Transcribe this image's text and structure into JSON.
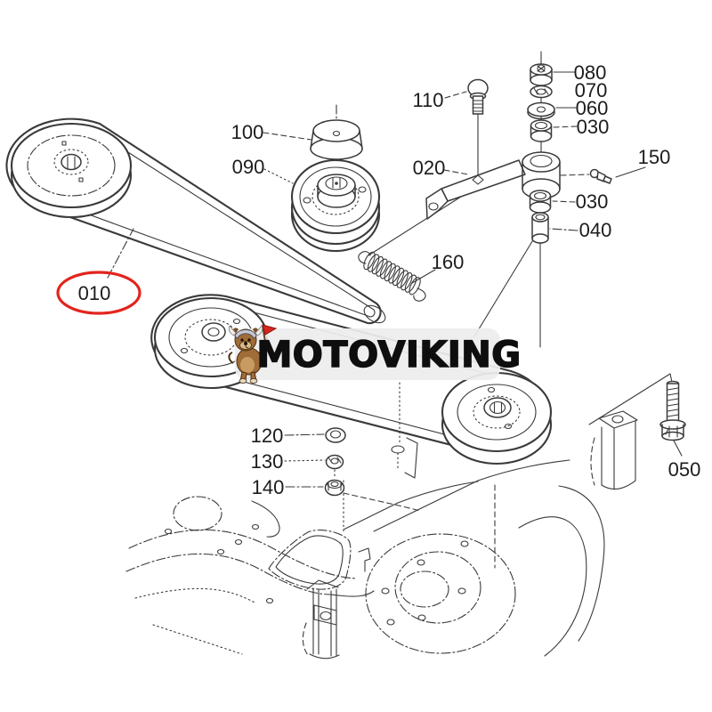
{
  "diagram": {
    "kind": "exploded-parts-diagram",
    "background": "#ffffff"
  },
  "colors": {
    "line": "#3a3a3a",
    "label_text": "#1c1c1c",
    "highlight_ring": "#e3241d",
    "watermark_bg": "#ededed",
    "watermark_text": "#0e0e0e"
  },
  "highlight": {
    "part": "010",
    "shape": "red-ellipse"
  },
  "watermark": {
    "text": "MOTOVIKING",
    "mascot": "viking-dog"
  },
  "callouts": [
    {
      "num": "010"
    },
    {
      "num": "020"
    },
    {
      "num": "030"
    },
    {
      "num": "030"
    },
    {
      "num": "040"
    },
    {
      "num": "050"
    },
    {
      "num": "060"
    },
    {
      "num": "070"
    },
    {
      "num": "080"
    },
    {
      "num": "090"
    },
    {
      "num": "100"
    },
    {
      "num": "110"
    },
    {
      "num": "120"
    },
    {
      "num": "130"
    },
    {
      "num": "140"
    },
    {
      "num": "150"
    },
    {
      "num": "160"
    }
  ]
}
